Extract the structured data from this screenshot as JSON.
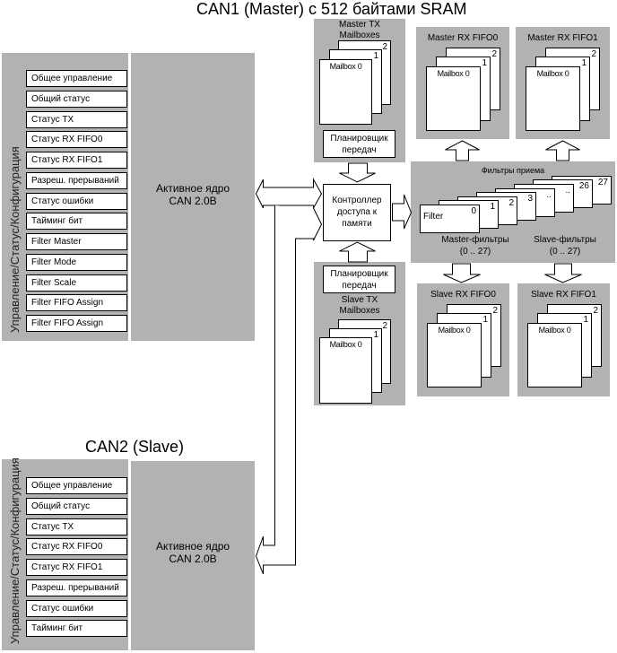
{
  "can1": {
    "title": "CAN1 (Master) с 512 байтами SRAM",
    "side_label": "Управление/Статус/Конфигурация",
    "registers": [
      "Общее управление",
      "Общий статус",
      "Статус TX",
      "Статус RX FIFO0",
      "Статус RX FIFO1",
      "Разреш. прерываний",
      "Статус ошибки",
      "Тайминг бит",
      "Filter Master",
      "Filter Mode",
      "Filter Scale",
      "Filter FIFO Assign",
      "Filter FIFO Assign"
    ],
    "core_label_1": "Активное ядро",
    "core_label_2": "CAN 2.0B"
  },
  "can2": {
    "title": "CAN2 (Slave)",
    "side_label": "Управление/Статус/Конфигурация",
    "registers": [
      "Общее управление",
      "Общий статус",
      "Статус TX",
      "Статус RX FIFO0",
      "Статус RX FIFO1",
      "Разреш. прерываний",
      "Статус ошибки",
      "Тайминг бит"
    ],
    "core_label_1": "Активное ядро",
    "core_label_2": "CAN 2.0B"
  },
  "master_tx": {
    "title_1": "Master TX",
    "title_2": "Mailboxes",
    "mailbox_label": "Mailbox 0",
    "back_numbers": [
      "1",
      "2"
    ],
    "scheduler_1": "Планировщик",
    "scheduler_2": "передач"
  },
  "slave_tx": {
    "title_1": "Slave TX",
    "title_2": "Mailboxes",
    "mailbox_label": "Mailbox 0",
    "back_numbers": [
      "1",
      "2"
    ],
    "scheduler_1": "Планировщик",
    "scheduler_2": "передач"
  },
  "controller": {
    "line_1": "Контроллер",
    "line_2": "доступа к",
    "line_3": "памяти"
  },
  "rx_fifos": {
    "master_fifo0": {
      "title": "Master RX FIFO0",
      "mailbox_label": "Mailbox 0",
      "back_numbers": [
        "1",
        "2"
      ]
    },
    "master_fifo1": {
      "title": "Master RX FIFO1",
      "mailbox_label": "Mailbox 0",
      "back_numbers": [
        "1",
        "2"
      ]
    },
    "slave_fifo0": {
      "title": "Slave RX FIFO0",
      "mailbox_label": "Mailbox 0",
      "back_numbers": [
        "1",
        "2"
      ]
    },
    "slave_fifo1": {
      "title": "Slave RX FIFO1",
      "mailbox_label": "Mailbox 0",
      "back_numbers": [
        "1",
        "2"
      ]
    }
  },
  "filters": {
    "title": "Фильтры приема",
    "front_label": "Filter",
    "numbers": [
      "0",
      "1",
      "2",
      "3",
      "..",
      "..",
      "26",
      "27"
    ],
    "master_label_1": "Master-фильтры",
    "master_label_2": "(0 .. 27)",
    "slave_label_1": "Slave-фильтры",
    "slave_label_2": "(0 .. 27)"
  }
}
